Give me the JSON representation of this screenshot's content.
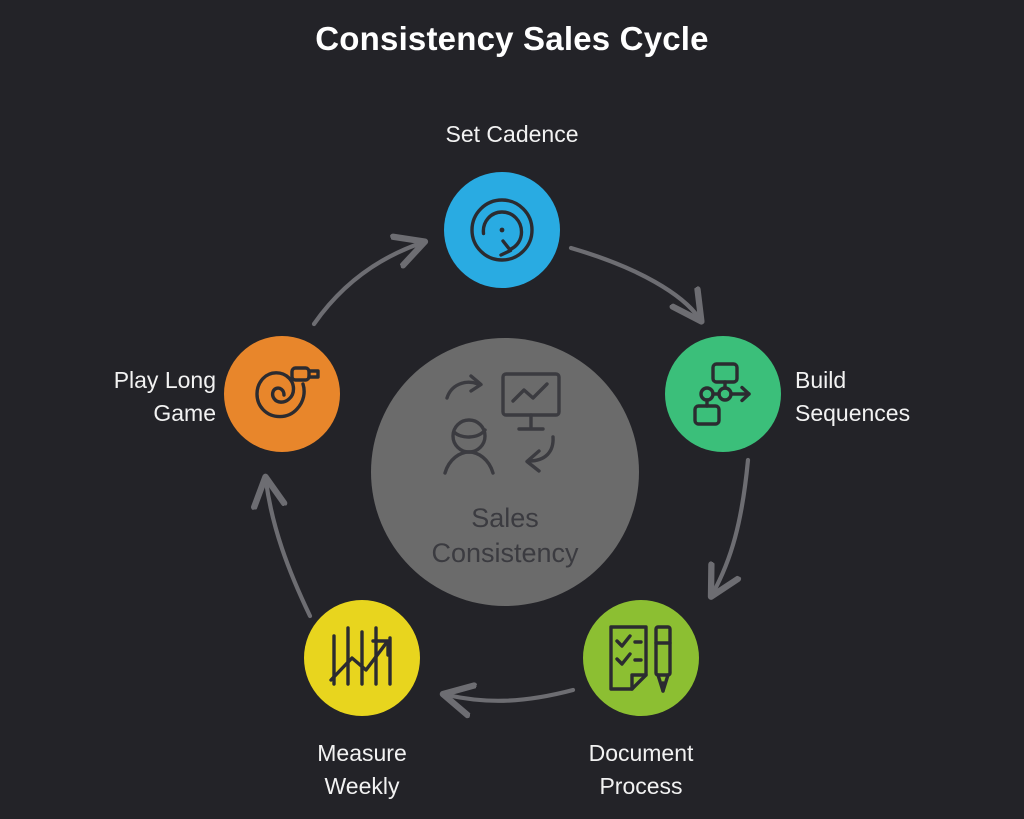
{
  "title": "Consistency Sales Cycle",
  "colors": {
    "background": "#232328",
    "title_text": "#ffffff",
    "label_text": "#f2f2f2",
    "hub_fill": "#6b6b6b",
    "hub_text": "#3b3b40",
    "arrow": "#6d6d72",
    "icon_stroke": "#2b2b30",
    "node_blue": "#29abe2",
    "node_green": "#3bbf7a",
    "node_lime": "#8cbf32",
    "node_yellow": "#e8d51e",
    "node_orange": "#e8862b"
  },
  "hub": {
    "label": "Sales\nConsistency",
    "icons": [
      "curved-arrow-icon",
      "monitor-chart-icon",
      "person-icon",
      "return-arrow-icon"
    ]
  },
  "nodes": [
    {
      "id": "set-cadence",
      "label": "Set Cadence",
      "color": "#29abe2",
      "icon": "refresh-cycle-icon",
      "position": "top"
    },
    {
      "id": "build-sequences",
      "label": "Build\nSequences",
      "color": "#3bbf7a",
      "icon": "workflow-nodes-icon",
      "position": "right"
    },
    {
      "id": "document-process",
      "label": "Document\nProcess",
      "color": "#8cbf32",
      "icon": "checklist-pen-icon",
      "position": "bottom-right"
    },
    {
      "id": "measure-weekly",
      "label": "Measure\nWeekly",
      "color": "#e8d51e",
      "icon": "bar-chart-trend-icon",
      "position": "bottom-left"
    },
    {
      "id": "play-long-game",
      "label": "Play Long\nGame",
      "color": "#e8862b",
      "icon": "coiled-hose-icon",
      "position": "left"
    }
  ],
  "arrows": [
    {
      "from": "set-cadence",
      "to": "build-sequences"
    },
    {
      "from": "build-sequences",
      "to": "document-process"
    },
    {
      "from": "document-process",
      "to": "measure-weekly"
    },
    {
      "from": "measure-weekly",
      "to": "play-long-game"
    },
    {
      "from": "play-long-game",
      "to": "set-cadence"
    }
  ]
}
